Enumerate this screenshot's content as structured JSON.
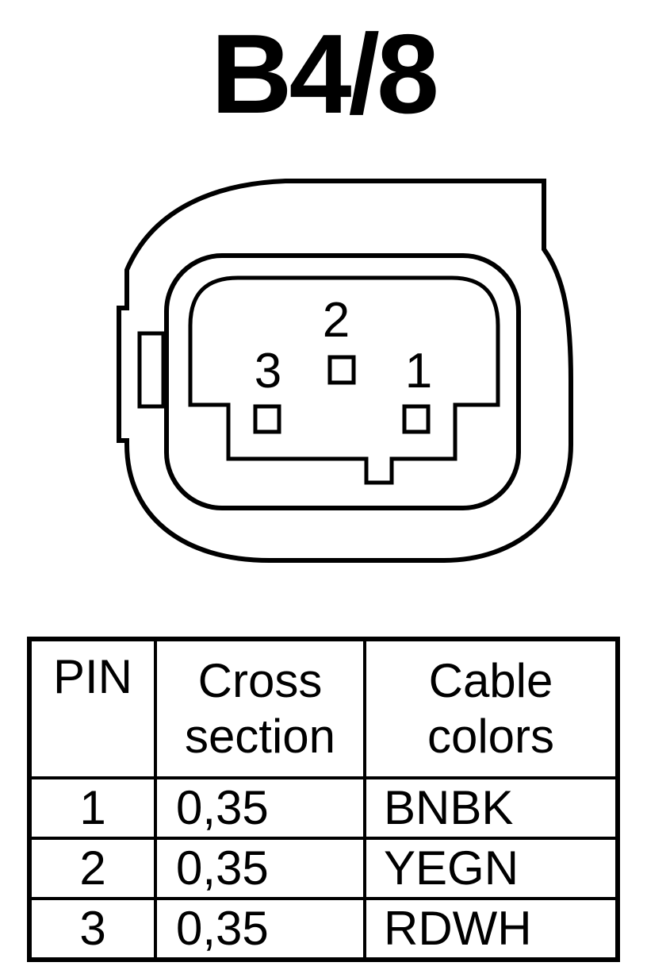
{
  "title": "B4/8",
  "connector": {
    "pin_labels": [
      "1",
      "2",
      "3"
    ]
  },
  "table": {
    "headers": {
      "pin": "PIN",
      "cross_section": [
        "Cross",
        "section"
      ],
      "cable_colors": [
        "Cable",
        "colors"
      ]
    },
    "rows": [
      {
        "pin": "1",
        "cross_section": "0,35",
        "cable_color": "BNBK"
      },
      {
        "pin": "2",
        "cross_section": "0,35",
        "cable_color": "YEGN"
      },
      {
        "pin": "3",
        "cross_section": "0,35",
        "cable_color": "RDWH"
      }
    ]
  }
}
